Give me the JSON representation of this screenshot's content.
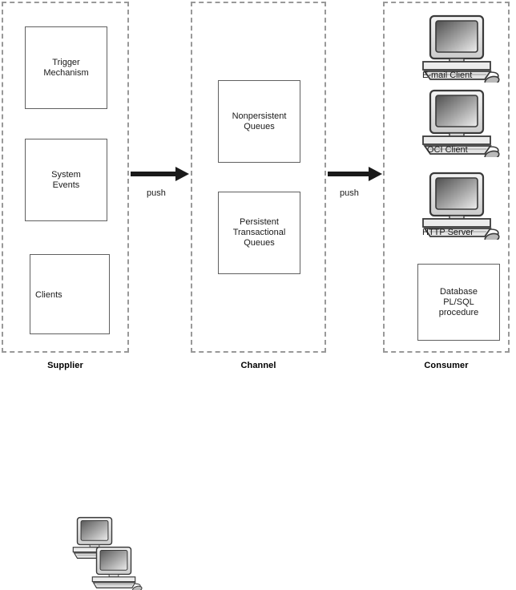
{
  "diagram": {
    "title": "Publish-Subscribe push messaging architecture",
    "lanes": [
      {
        "id": "supplier",
        "caption": "Supplier"
      },
      {
        "id": "channel",
        "caption": "Channel"
      },
      {
        "id": "consumer",
        "caption": "Consumer"
      }
    ],
    "supplier": {
      "nodes": [
        {
          "id": "trigger-mechanism",
          "label": "Trigger\nMechanism"
        },
        {
          "id": "system-events",
          "label": "System\nEvents"
        }
      ],
      "clients_box": {
        "label": "Clients",
        "icons": [
          "computer-icon",
          "computer-icon"
        ]
      }
    },
    "channel": {
      "nodes": [
        {
          "id": "nonpersistent-queues",
          "label": "Nonpersistent\nQueues"
        },
        {
          "id": "persistent-transactional-queues",
          "label": "Persistent\nTransactional\nQueues"
        }
      ]
    },
    "consumer": {
      "devices": [
        {
          "id": "email-client",
          "label": "E-mail Client",
          "icon": "computer-icon"
        },
        {
          "id": "oci-client",
          "label": "OCI Client",
          "icon": "computer-icon"
        },
        {
          "id": "http-server",
          "label": "HTTP Server",
          "icon": "computer-icon"
        }
      ],
      "nodes": [
        {
          "id": "database-plsql-procedure",
          "label": "Database\nPL/SQL\nprocedure"
        }
      ]
    },
    "arrows": [
      {
        "id": "supplier-to-channel",
        "label": "push",
        "direction": "right"
      },
      {
        "id": "channel-to-consumer",
        "label": "push",
        "direction": "right"
      }
    ],
    "colors": {
      "lane_border": "#999999",
      "node_border": "#606060",
      "arrow": "#1a1a1a",
      "text": "#1a1a1a",
      "background": "#ffffff",
      "icon_body": "#e8e8e8",
      "icon_screen_dark": "#4a4a4a",
      "icon_outline": "#3a3a3a"
    }
  }
}
